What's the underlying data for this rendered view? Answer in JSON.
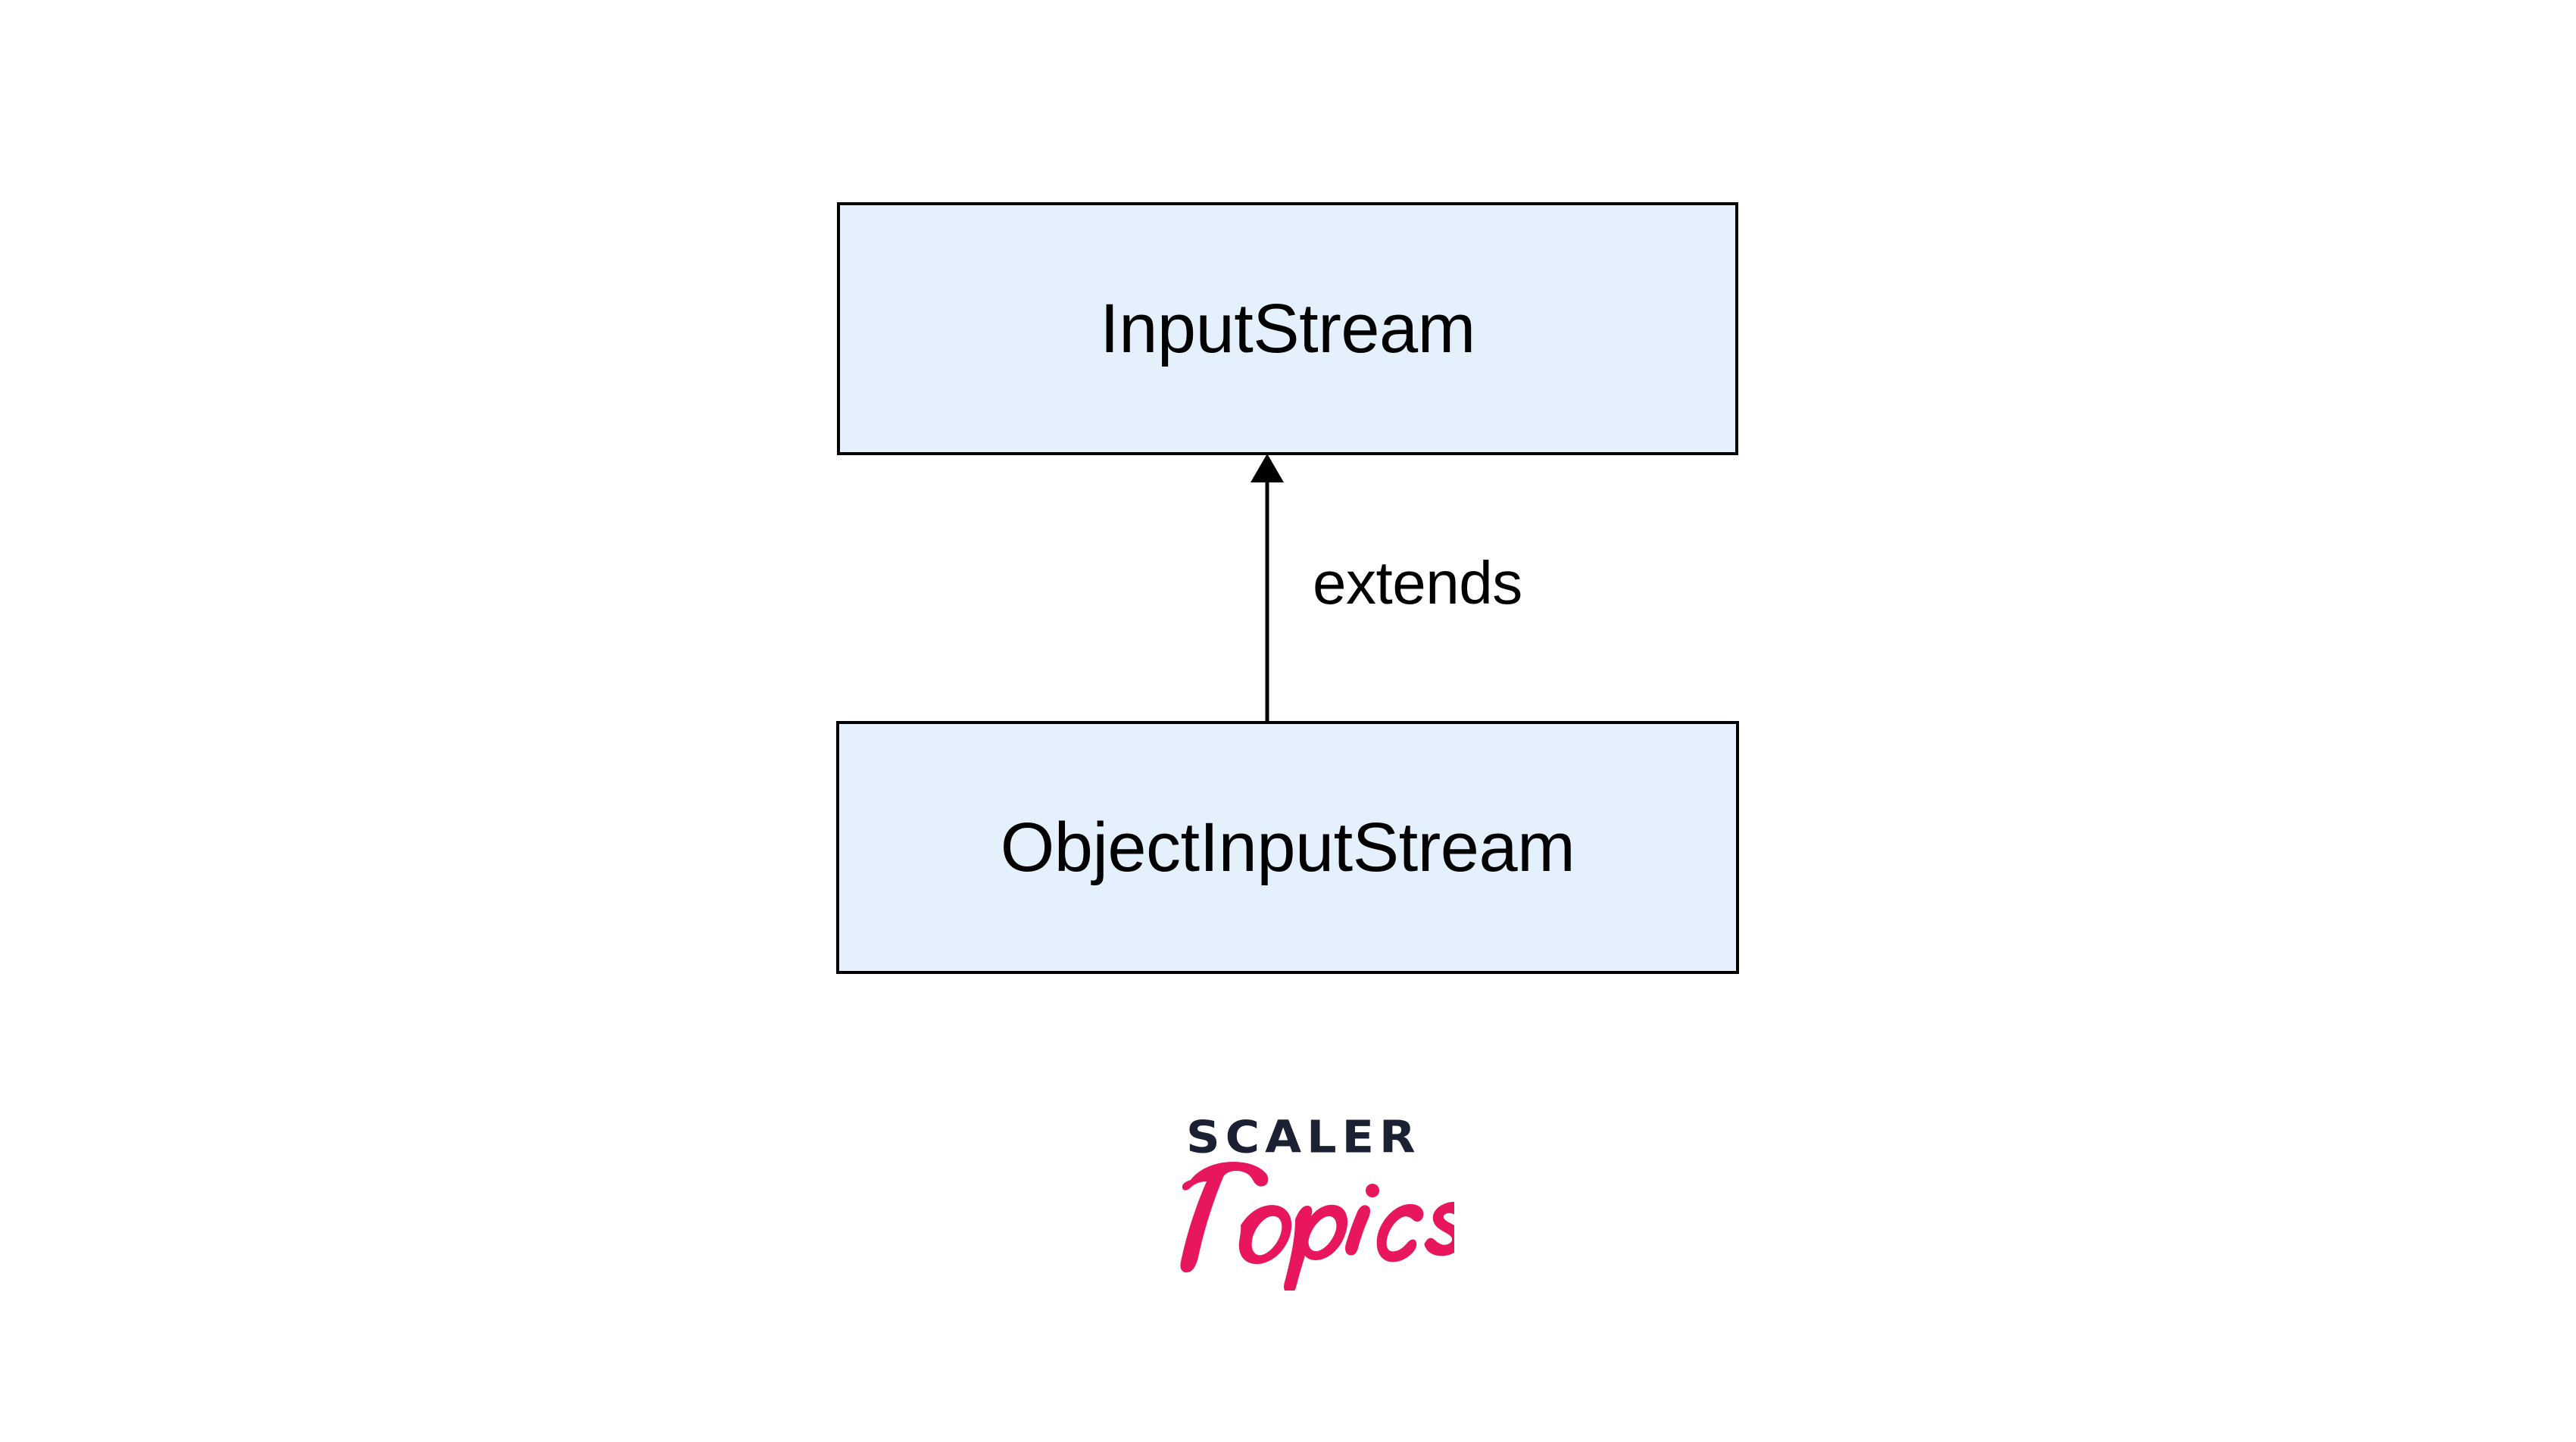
{
  "diagram": {
    "title": "Java InputStream inheritance diagram",
    "type": "uml-class-inheritance",
    "background_color": "#ffffff",
    "nodes": [
      {
        "id": "input-stream",
        "label": "InputStream",
        "fill_color": "#e4f1fd",
        "border_color": "#000000",
        "text_color": "#000000"
      },
      {
        "id": "object-input-stream",
        "label": "ObjectInputStream",
        "fill_color": "#e4f1fd",
        "border_color": "#000000",
        "text_color": "#000000"
      }
    ],
    "edges": [
      {
        "id": "extends-edge",
        "label": "extends",
        "from": "object-input-stream",
        "to": "input-stream",
        "arrow": "open-arrowhead-up",
        "color": "#000000"
      }
    ]
  },
  "logo": {
    "wordmark": "SCALER",
    "script": "Topics",
    "wordmark_color": "#1b2133",
    "script_color": "#e8175d"
  }
}
